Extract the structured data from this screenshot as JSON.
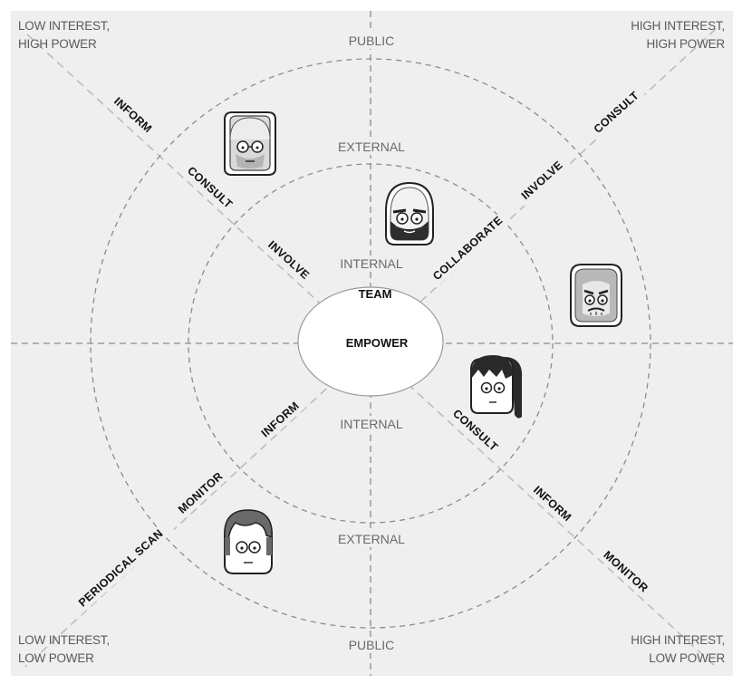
{
  "corners": {
    "top_left": [
      "LOW INTEREST,",
      "HIGH POWER"
    ],
    "top_right": [
      "HIGH INTEREST,",
      "HIGH POWER"
    ],
    "bottom_left": [
      "LOW INTEREST,",
      "LOW POWER"
    ],
    "bottom_right": [
      "HIGH INTEREST,",
      "LOW POWER"
    ]
  },
  "rings": {
    "public_top": "PUBLIC",
    "external_top": "EXTERNAL",
    "internal_top": "INTERNAL",
    "internal_bottom": "INTERNAL",
    "external_bottom": "EXTERNAL",
    "public_bottom": "PUBLIC"
  },
  "center": {
    "team": "TEAM",
    "empower": "EMPOWER"
  },
  "actions": {
    "nw_inform": "INFORM",
    "nw_consult": "CONSULT",
    "nw_involve": "INVOLVE",
    "ne_consult": "CONSULT",
    "ne_involve": "INVOLVE",
    "ne_collaborate": "COLLABORATE",
    "sw_inform": "INFORM",
    "sw_monitor": "MONITOR",
    "sw_periodical_scan": "PERIODICAL SCAN",
    "se_consult": "CONSULT",
    "se_inform": "INFORM",
    "se_monitor": "MONITOR"
  },
  "colors": {
    "background": "#efefef",
    "dashes": "#8c8c8c",
    "diagonal": "#b9b9b9",
    "center_fill": "#ffffff"
  },
  "people": [
    "glasses-man-icon",
    "bald-bearded-man-icon",
    "gray-haired-man-icon",
    "dark-haired-woman-icon",
    "brown-haired-man-icon"
  ]
}
